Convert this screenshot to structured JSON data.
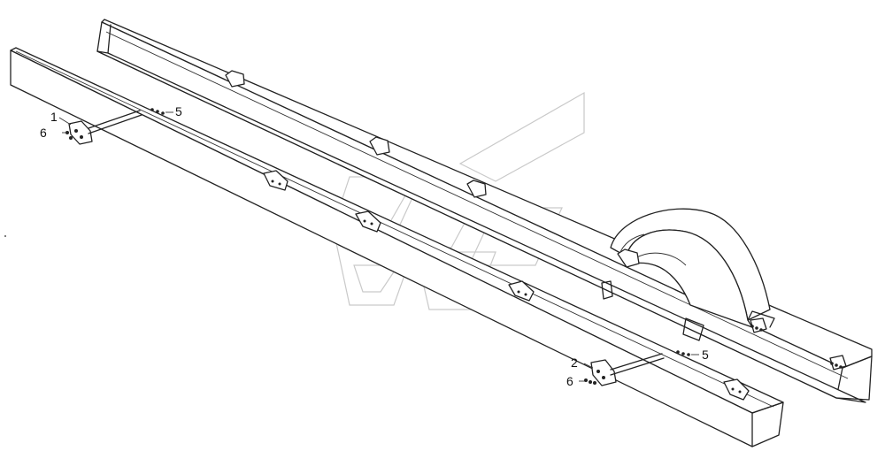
{
  "callouts": [
    {
      "id": "c1",
      "label": "1"
    },
    {
      "id": "c6a",
      "label": "6"
    },
    {
      "id": "c5a",
      "label": "5"
    },
    {
      "id": "c2",
      "label": "2"
    },
    {
      "id": "c6b",
      "label": "6"
    },
    {
      "id": "c5b",
      "label": "5"
    }
  ],
  "colors": {
    "line": "#222222",
    "watermark": "#c9c9c9",
    "background": "#ffffff"
  }
}
